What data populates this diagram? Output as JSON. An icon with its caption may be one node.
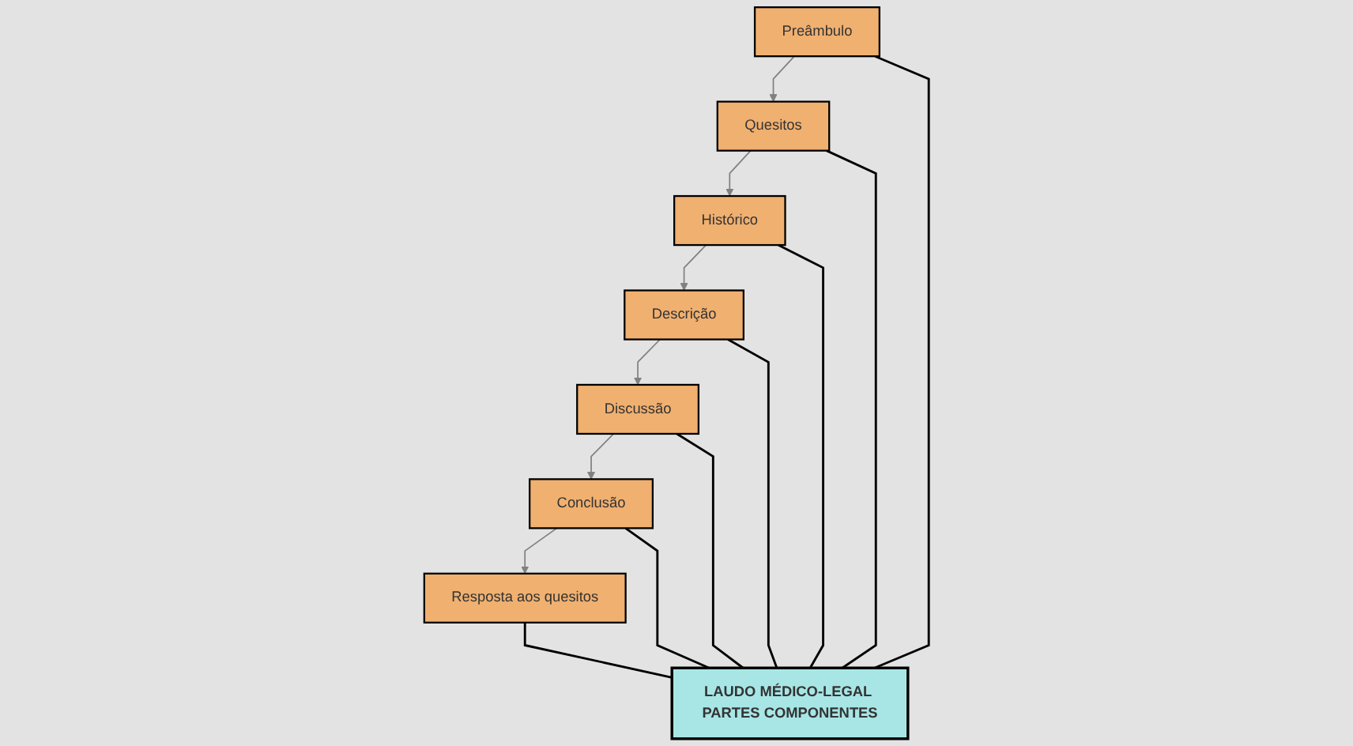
{
  "diagram": {
    "nodes": [
      {
        "text": [
          "Preâmbulo"
        ]
      },
      {
        "text": [
          "Quesitos"
        ]
      },
      {
        "text": [
          "Histórico"
        ]
      },
      {
        "text": [
          "LAUDO MÉDICO-LEGAL PARTES COMPONENTES"
        ]
      },
      {
        "text": [
          "Resposta aos quesitos"
        ]
      },
      {
        "text": [
          "Descrição"
        ]
      },
      {
        "text": [
          "Conclusão"
        ]
      },
      {
        "text": [
          "Discussão"
        ]
      }
    ],
    "edges": [
      {
        "from": 0,
        "to": 1,
        "arrow": "to",
        "color": "#808080"
      },
      {
        "from": 1,
        "to": 2,
        "arrow": "to",
        "color": "#808080"
      },
      {
        "from": 2,
        "to": 5,
        "arrow": "to",
        "color": "#808080"
      },
      {
        "from": 0,
        "to": 3,
        "arrow": "none"
      },
      {
        "from": 1,
        "to": 3,
        "arrow": "none"
      },
      {
        "from": 2,
        "to": 3,
        "arrow": "none"
      },
      {
        "from": 4,
        "to": 3,
        "arrow": "none"
      },
      {
        "from": 3,
        "to": 5,
        "arrow": "none"
      },
      {
        "from": 3,
        "to": 6,
        "arrow": "none"
      },
      {
        "from": 3,
        "to": 7,
        "arrow": "none"
      },
      {
        "from": 5,
        "to": 7,
        "arrow": "to",
        "color": "#808080"
      },
      {
        "from": 7,
        "to": 6,
        "arrow": "to",
        "color": "#808080"
      },
      {
        "from": 6,
        "to": 4,
        "arrow": "to",
        "color": "#808080"
      }
    ]
  }
}
